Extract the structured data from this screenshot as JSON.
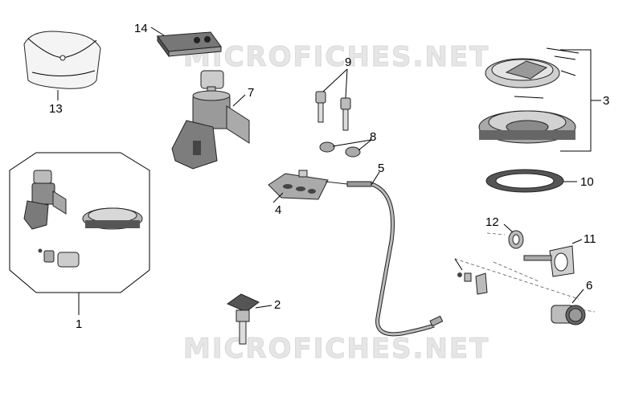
{
  "watermarks": [
    "MICROFICHES.NET",
    "MICROFICHES.NET"
  ],
  "callouts": {
    "c1": "1",
    "c2": "2",
    "c3": "3",
    "c4": "4",
    "c5": "5",
    "c6": "6",
    "c7": "7",
    "c8": "8",
    "c9": "9",
    "c10": "10",
    "c11": "11",
    "c12": "12",
    "c13": "13",
    "c14": "14"
  }
}
